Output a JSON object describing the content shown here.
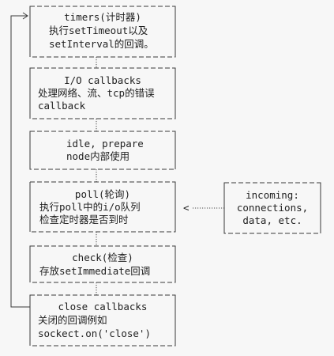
{
  "phases": [
    {
      "id": "timers",
      "lines": [
        "timers(计时器)",
        "执行setTimeout以及",
        "setInterval的回调。"
      ]
    },
    {
      "id": "io",
      "lines": [
        "I/O callbacks",
        "处理网络、流、tcp的错误",
        "callback"
      ]
    },
    {
      "id": "idle",
      "lines": [
        "idle, prepare",
        "node内部使用"
      ]
    },
    {
      "id": "poll",
      "lines": [
        "poll(轮询)",
        "执行poll中的i/o队列",
        "检查定时器是否到时"
      ]
    },
    {
      "id": "check",
      "lines": [
        "check(检查)",
        "存放setImmediate回调"
      ]
    },
    {
      "id": "close",
      "lines": [
        "close callbacks",
        "关闭的回调例如",
        "sockect.on('close')"
      ]
    }
  ],
  "incoming": {
    "lines": [
      "incoming:",
      "connections,",
      "data, etc."
    ]
  },
  "arrow_glyph": "<"
}
